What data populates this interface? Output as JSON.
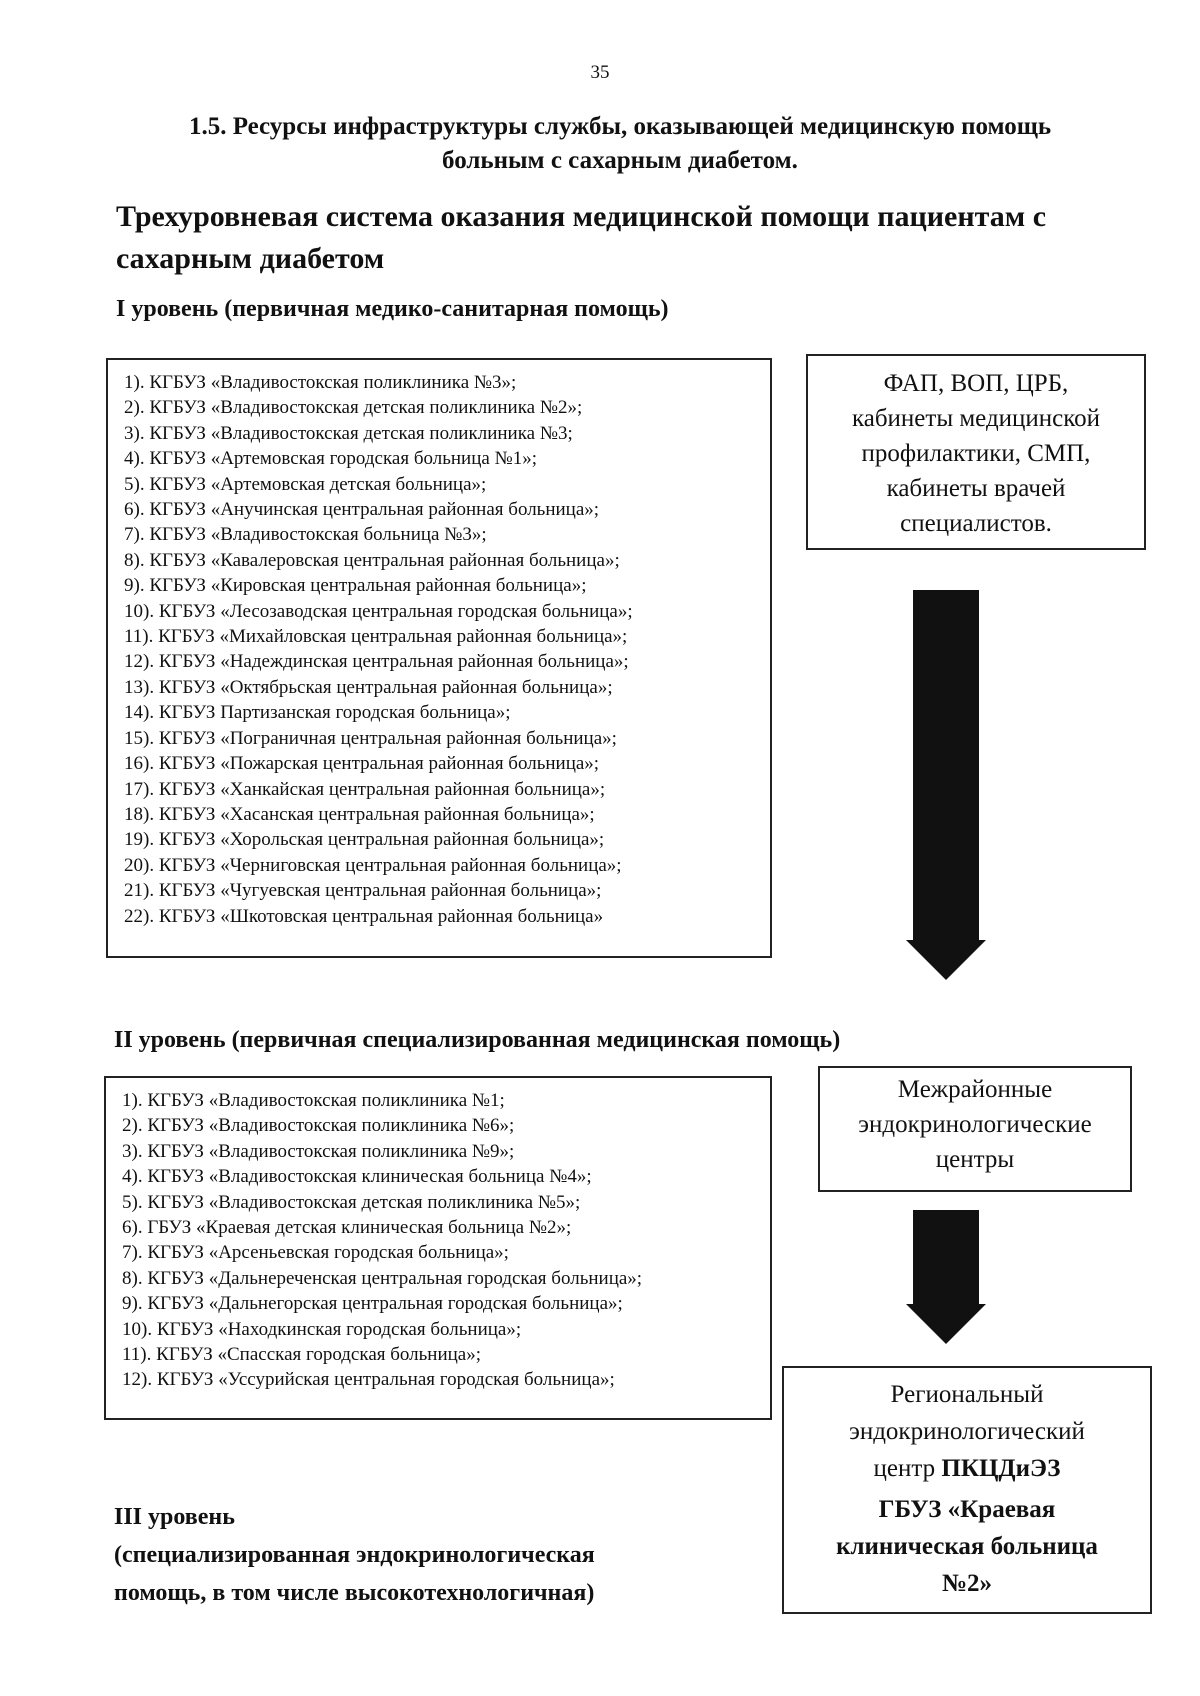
{
  "page_number": "35",
  "section_title": {
    "line1": "1.5. Ресурсы инфраструктуры службы, оказывающей медицинскую помощь",
    "line2": "больным с сахарным диабетом."
  },
  "main_heading": {
    "line1": "Трехуровневая система оказания медицинской помощи пациентам с",
    "line2": "сахарным диабетом"
  },
  "level1": {
    "heading": "I уровень (первичная медико-санитарная помощь)",
    "items": [
      "1). КГБУЗ «Владивостокская поликлиника №3»;",
      "2).  КГБУЗ «Владивостокская детская поликлиника №2»;",
      "3). КГБУЗ «Владивостокская детская поликлиника №3;",
      "4). КГБУЗ «Артемовская городская больница №1»;",
      "5). КГБУЗ «Артемовская детская больница»;",
      "6). КГБУЗ «Анучинская центральная районная больница»;",
      "7). КГБУЗ «Владивостокская больница №3»;",
      "8). КГБУЗ «Кавалеровская центральная районная больница»;",
      "9). КГБУЗ «Кировская центральная районная больница»;",
      "10). КГБУЗ «Лесозаводская центральная городская больница»;",
      "11). КГБУЗ «Михайловская центральная районная больница»;",
      "12). КГБУЗ «Надеждинская центральная районная больница»;",
      "13). КГБУЗ «Октябрьская центральная районная больница»;",
      "14). КГБУЗ Партизанская городская больница»;",
      "15). КГБУЗ «Пограничная центральная районная больница»;",
      "16). КГБУЗ «Пожарская центральная районная больница»;",
      "17). КГБУЗ «Ханкайская центральная районная больница»;",
      "18). КГБУЗ «Хасанская центральная районная больница»;",
      "19). КГБУЗ «Хорольская центральная районная больница»;",
      "20). КГБУЗ «Черниговская центральная районная больница»;",
      "21). КГБУЗ «Чугуевская центральная районная больница»;",
      "22). КГБУЗ «Шкотовская центральная районная больница»"
    ],
    "side_box": {
      "line1": "ФАП, ВОП, ЦРБ,",
      "line2": "кабинеты медицинской",
      "line3": "профилактики, СМП,",
      "line4": "кабинеты врачей",
      "line5": "специалистов."
    }
  },
  "level2": {
    "heading": "II уровень  (первичная специализированная медицинская помощь)",
    "items": [
      "1). КГБУЗ «Владивостокская поликлиника №1;",
      "2). КГБУЗ «Владивостокская поликлиника №6»;",
      "3). КГБУЗ «Владивостокская поликлиника №9»;",
      "4). КГБУЗ «Владивостокская клиническая больница №4»;",
      "5). КГБУЗ «Владивостокская детская поликлиника №5»;",
      "6). ГБУЗ «Краевая детская клиническая больница №2»;",
      "7). КГБУЗ «Арсеньевская городская больница»;",
      "8). КГБУЗ «Дальнереченская центральная городская больница»;",
      "9). КГБУЗ «Дальнегорская центральная городская больница»;",
      "10). КГБУЗ «Находкинская городская больница»;",
      "11). КГБУЗ «Спасская городская больница»;",
      "12). КГБУЗ «Уссурийская центральная городская больница»;"
    ],
    "side_box": {
      "line1": "Межрайонные",
      "line2": "эндокринологические",
      "line3": "центры"
    }
  },
  "level3": {
    "heading_line1": "III уровень",
    "heading_line2": "(специализированная эндокринологическая",
    "heading_line3": "помощь, в том числе высокотехнологичная)",
    "regional_box": {
      "line1": "Региональный",
      "line2": "эндокринологический",
      "line3_plain": "центр ",
      "line3_bold": "ПКЦДиЭЗ",
      "line4": "ГБУЗ «Краевая",
      "line5": "клиническая больница",
      "line6": "№2»"
    }
  }
}
